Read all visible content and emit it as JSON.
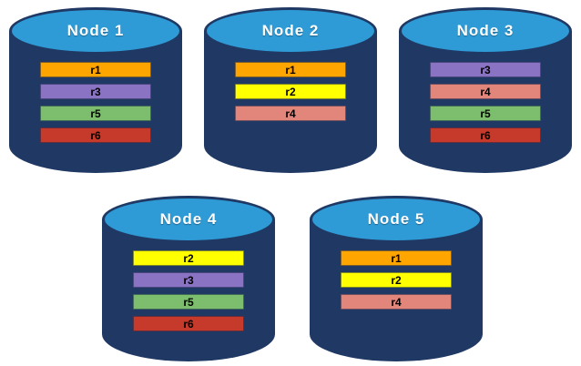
{
  "colors": {
    "cylinder_body": "#1F3864",
    "cylinder_top": "#2E9BD6",
    "node_label_text": "#FFFFFF",
    "record_label_text": "#000000",
    "r1_orange": "#FFA500",
    "r2_yellow": "#FFFF00",
    "r3_purple": "#8973C2",
    "r4_salmon": "#E2867C",
    "r5_green": "#7CBE6E",
    "r6_red": "#C53A2A"
  },
  "nodes": [
    {
      "label": "Node 1",
      "records": [
        {
          "label": "r1",
          "color": "#FFA500"
        },
        {
          "label": "r3",
          "color": "#8973C2"
        },
        {
          "label": "r5",
          "color": "#7CBE6E"
        },
        {
          "label": "r6",
          "color": "#C53A2A"
        }
      ]
    },
    {
      "label": "Node 2",
      "records": [
        {
          "label": "r1",
          "color": "#FFA500"
        },
        {
          "label": "r2",
          "color": "#FFFF00"
        },
        {
          "label": "r4",
          "color": "#E2867C"
        }
      ]
    },
    {
      "label": "Node 3",
      "records": [
        {
          "label": "r3",
          "color": "#8973C2"
        },
        {
          "label": "r4",
          "color": "#E2867C"
        },
        {
          "label": "r5",
          "color": "#7CBE6E"
        },
        {
          "label": "r6",
          "color": "#C53A2A"
        }
      ]
    },
    {
      "label": "Node 4",
      "records": [
        {
          "label": "r2",
          "color": "#FFFF00"
        },
        {
          "label": "r3",
          "color": "#8973C2"
        },
        {
          "label": "r5",
          "color": "#7CBE6E"
        },
        {
          "label": "r6",
          "color": "#C53A2A"
        }
      ]
    },
    {
      "label": "Node 5",
      "records": [
        {
          "label": "r1",
          "color": "#FFA500"
        },
        {
          "label": "r2",
          "color": "#FFFF00"
        },
        {
          "label": "r4",
          "color": "#E2867C"
        }
      ]
    }
  ]
}
